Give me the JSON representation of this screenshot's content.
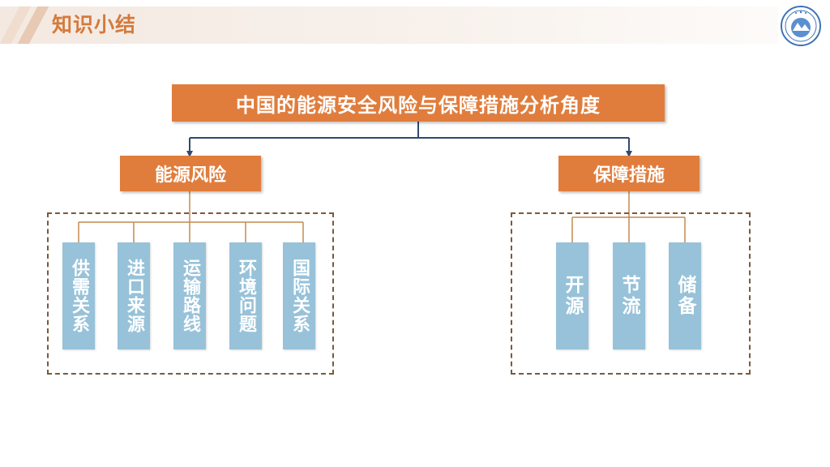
{
  "header": {
    "title": "知识小结"
  },
  "diagram": {
    "root": "中国的能源安全风险与保障措施分析角度",
    "branches": [
      {
        "label": "能源风险",
        "children": [
          "供需关系",
          "进口来源",
          "运输路线",
          "环境问题",
          "国际关系"
        ]
      },
      {
        "label": "保障措施",
        "children": [
          "开源",
          "节流",
          "储备"
        ]
      }
    ]
  },
  "colors": {
    "accent": "#e07d3d",
    "leaf": "#97c2d9",
    "connector_top": "#2f4a6e",
    "connector_bottom": "#c48a4e",
    "dashed_border": "#7a5a3c",
    "title_text": "#d47a3c"
  }
}
